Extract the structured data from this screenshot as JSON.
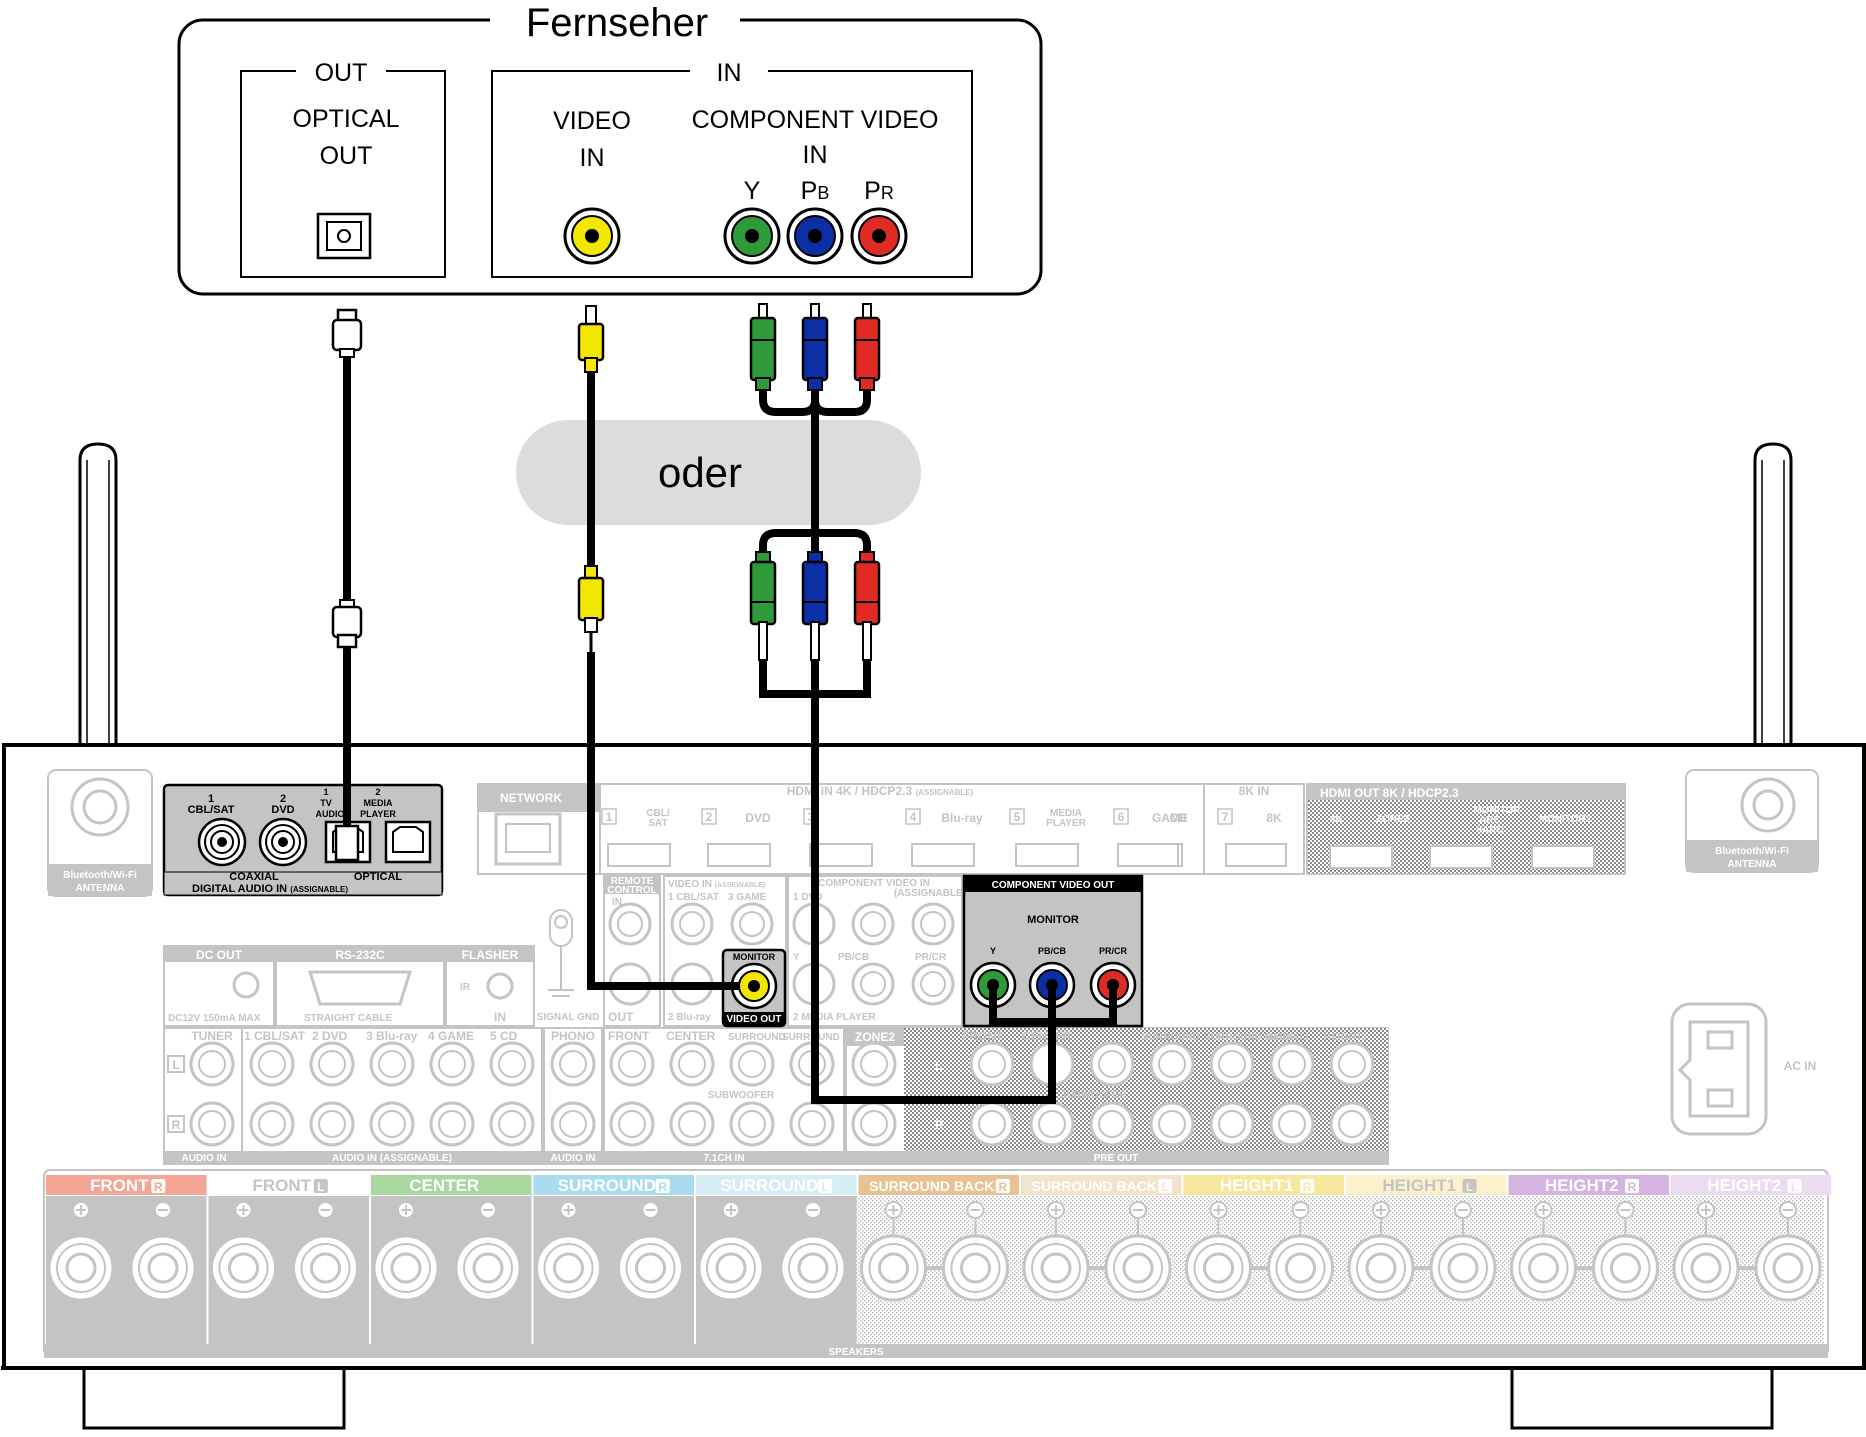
{
  "tv": {
    "title": "Fernseher",
    "out_label": "OUT",
    "in_label": "IN",
    "optical_out_line1": "OPTICAL",
    "optical_out_line2": "OUT",
    "video_in_line1": "VIDEO",
    "video_in_line2": "IN",
    "component_line1": "COMPONENT VIDEO",
    "component_line2": "IN",
    "y": "Y",
    "pb_main": "P",
    "pb_sub": "B",
    "pr_main": "P",
    "pr_sub": "R"
  },
  "oder": "oder",
  "receiver": {
    "antenna_left": [
      "Bluetooth/Wi-Fi",
      "ANTENNA"
    ],
    "antenna_right": [
      "Bluetooth/Wi-Fi",
      "ANTENNA"
    ],
    "digital": {
      "title": "DIGITAL AUDIO IN",
      "assignable": "(ASSIGNABLE)",
      "coaxial": "COAXIAL",
      "optical": "OPTICAL",
      "c1_num": "1",
      "c1": "CBL/SAT",
      "c2_num": "2",
      "c2": "DVD",
      "o1_num": "1",
      "o1a": "TV",
      "o1b": "AUDIO",
      "o2_num": "2",
      "o2a": "MEDIA",
      "o2b": "PLAYER"
    },
    "network": "NETWORK",
    "hdmi_in": "HDMI IN",
    "hdmi_in_spec": "4K / HDCP2.3",
    "hdmi_in_assignable": "(ASSIGNABLE)",
    "hdmi_8k_in": "8K IN",
    "hdmi_inputs": [
      {
        "num": "1",
        "name": "CBL/ SAT"
      },
      {
        "num": "2",
        "name": "DVD"
      },
      {
        "num": "3",
        "name": ""
      },
      {
        "num": "4",
        "name": "Blu-ray"
      },
      {
        "num": "5",
        "name": "MEDIA PLAYER"
      },
      {
        "num": "6",
        "name": "GAME"
      },
      {
        "num": "",
        "name": "CD"
      },
      {
        "num": "7",
        "name": "8K"
      }
    ],
    "hdmi_out": "HDMI OUT",
    "hdmi_out_spec": "8K / HDCP2.3",
    "hdmi_out_4k": "4K",
    "hdmi_out_zone2": "ZONE2",
    "hdmi_out_monitor": [
      "MONITOR",
      "ARC",
      "eARC"
    ],
    "hdmi_out_monitor2": "MONITOR2",
    "remote_control": [
      "REMOTE",
      "CONTROL"
    ],
    "remote_in": "IN",
    "remote_out": "OUT",
    "video_in": "VIDEO IN",
    "video_in_assignable": "(ASSIGNABLE)",
    "video_in_1": "1 CBL/SAT",
    "video_in_3": "3 GAME",
    "video_in_2": "2 Blu-ray",
    "component_video_in": "COMPONENT VIDEO IN",
    "component_in_assignable": "(ASSIGNABLE)",
    "component_in_1": "1 DVD",
    "component_in_2": "2 MEDIA PLAYER",
    "component_in_y": "Y",
    "component_in_pb": "PB/CB",
    "component_in_pr": "PR/CR",
    "component_video_out": "COMPONENT VIDEO OUT",
    "monitor": "MONITOR",
    "cvo_y": "Y",
    "cvo_pb": "PB/CB",
    "cvo_pr": "PR/CR",
    "video_out_monitor": "MONITOR",
    "video_out": "VIDEO OUT",
    "signal_gnd": "SIGNAL GND",
    "dc_out": "DC OUT",
    "dc_spec": "DC12V 150mA MAX",
    "rs232c": "RS-232C",
    "straight_cable": "STRAIGHT CABLE",
    "flasher": "FLASHER",
    "flasher_ir": "IR",
    "flasher_in": "IN",
    "tuner": "TUNER",
    "audio_in_inputs": [
      "1 CBL/SAT",
      "2 DVD",
      "3 Blu-ray",
      "4 GAME",
      "5 CD"
    ],
    "phono": "PHONO",
    "ch71_labels": [
      "FRONT",
      "CENTER",
      "SURROUND",
      "SURROUND BACK"
    ],
    "subwoofer": "SUBWOOFER",
    "audio_in_small": "AUDIO IN",
    "audio_in_assignable": "AUDIO IN (ASSIGNABLE)",
    "ch71_in": "7.1CH IN",
    "zone2": "ZONE2",
    "preout_labels": [
      "FRONT",
      "CENTER",
      "SURROUND",
      "SURROUND BACK",
      "HEIGHT1",
      "HEIGHT2"
    ],
    "preout_subwoofer": "SUBWOOFER",
    "pre_out": "PRE OUT",
    "ac_in": "AC IN",
    "speakers": "SPEAKERS",
    "speaker_groups": [
      {
        "label": "FRONT",
        "ch": "R",
        "color": "#f4a594",
        "text": "#ffffff"
      },
      {
        "label": "FRONT",
        "ch": "L",
        "color": "#ffffff",
        "text": "#c4c4c4"
      },
      {
        "label": "CENTER",
        "ch": "",
        "color": "#a8d8a0",
        "text": "#ffffff"
      },
      {
        "label": "SURROUND",
        "ch": "R",
        "color": "#a9dcef",
        "text": "#ffffff"
      },
      {
        "label": "SURROUND",
        "ch": "L",
        "color": "#d6edf6",
        "text": "#ffffff"
      },
      {
        "label": "SURROUND BACK",
        "ch": "R",
        "color": "#e8c194",
        "text": "#ffffff"
      },
      {
        "label": "SURROUND BACK",
        "ch": "L",
        "color": "#f4e3cc",
        "text": "#ffffff"
      },
      {
        "label": "HEIGHT1",
        "ch": "R",
        "color": "#f7e79e",
        "text": "#ffffff"
      },
      {
        "label": "HEIGHT1",
        "ch": "L",
        "color": "#fbf2cd",
        "text": "#c4c4c4"
      },
      {
        "label": "HEIGHT2",
        "ch": "R",
        "color": "#d5b4e2",
        "text": "#ffffff"
      },
      {
        "label": "HEIGHT2",
        "ch": "L",
        "color": "#ecdcf2",
        "text": "#ffffff"
      }
    ]
  },
  "colors": {
    "cable": "#000000",
    "rca_yellow": "#f3e600",
    "rca_green": "#2e9a3a",
    "rca_blue": "#0c2fa6",
    "rca_red": "#e02b24",
    "faded": "#c4c4c4",
    "oder_bg": "#dcdcdc"
  }
}
